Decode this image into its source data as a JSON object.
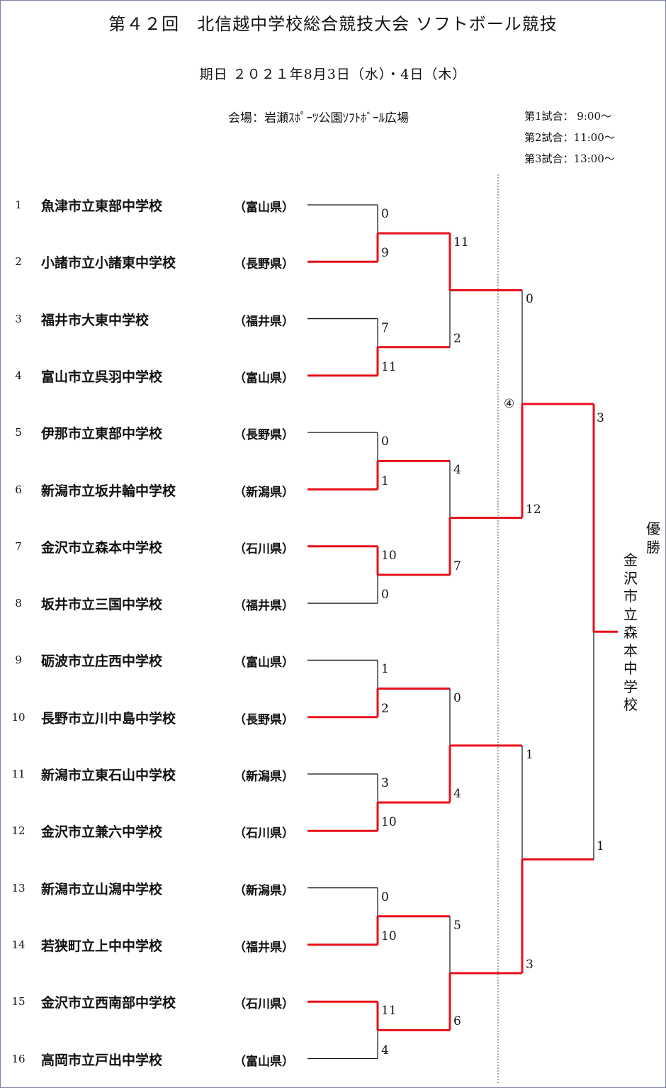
{
  "header": {
    "title": "第４２回　北信越中学校総合競技大会 ソフトボール競技",
    "date": "期日 ２０２１年8月3日（水）・4日（木）",
    "venue": "会場：岩瀬ｽﾎﾟｰﾂ公園ｿﾌﾄﾎﾞｰﾙ広場",
    "schedule": [
      "第1試合： 9:00～",
      "第2試合：11:00～",
      "第3試合：13:00～"
    ]
  },
  "teams": [
    {
      "no": "1",
      "school": "魚津市立東部中学校",
      "pref": "（富山県）"
    },
    {
      "no": "2",
      "school": "小諸市立小諸東中学校",
      "pref": "（長野県）"
    },
    {
      "no": "3",
      "school": "福井市大東中学校",
      "pref": "（福井県）"
    },
    {
      "no": "4",
      "school": "富山市立呉羽中学校",
      "pref": "（富山県）"
    },
    {
      "no": "5",
      "school": "伊那市立東部中学校",
      "pref": "（長野県）"
    },
    {
      "no": "6",
      "school": "新潟市立坂井輪中学校",
      "pref": "（新潟県）"
    },
    {
      "no": "7",
      "school": "金沢市立森本中学校",
      "pref": "（石川県）"
    },
    {
      "no": "8",
      "school": "坂井市立三国中学校",
      "pref": "（福井県）"
    },
    {
      "no": "9",
      "school": "砺波市立庄西中学校",
      "pref": "（富山県）"
    },
    {
      "no": "10",
      "school": "長野市立川中島中学校",
      "pref": "（長野県）"
    },
    {
      "no": "11",
      "school": "新潟市立東石山中学校",
      "pref": "（新潟県）"
    },
    {
      "no": "12",
      "school": "金沢市立兼六中学校",
      "pref": "（石川県）"
    },
    {
      "no": "13",
      "school": "新潟市立山潟中学校",
      "pref": "（新潟県）"
    },
    {
      "no": "14",
      "school": "若狭町立上中中学校",
      "pref": "（福井県）"
    },
    {
      "no": "15",
      "school": "金沢市立西南部中学校",
      "pref": "（石川県）"
    },
    {
      "no": "16",
      "school": "高岡市立戸出中学校",
      "pref": "（富山県）"
    }
  ],
  "rounds": {
    "r1": [
      {
        "top": "0",
        "bottom": "9",
        "winner": "bottom"
      },
      {
        "top": "7",
        "bottom": "11",
        "winner": "bottom"
      },
      {
        "top": "0",
        "bottom": "1",
        "winner": "bottom"
      },
      {
        "top": "10",
        "bottom": "0",
        "winner": "top"
      },
      {
        "top": "1",
        "bottom": "2",
        "winner": "bottom"
      },
      {
        "top": "3",
        "bottom": "10",
        "winner": "bottom"
      },
      {
        "top": "0",
        "bottom": "10",
        "winner": "bottom"
      },
      {
        "top": "11",
        "bottom": "4",
        "winner": "top"
      }
    ],
    "r2": [
      {
        "top": "11",
        "bottom": "2",
        "winner": "top"
      },
      {
        "top": "4",
        "bottom": "7",
        "winner": "bottom"
      },
      {
        "top": "0",
        "bottom": "4",
        "winner": "bottom"
      },
      {
        "top": "5",
        "bottom": "6",
        "winner": "bottom"
      }
    ],
    "r3": [
      {
        "top": "0",
        "bottom": "12",
        "winner": "bottom",
        "note": "④"
      },
      {
        "top": "1",
        "bottom": "3",
        "winner": "bottom"
      }
    ],
    "final": {
      "top": "3",
      "bottom": "1",
      "winner": "top"
    }
  },
  "champion": {
    "label": "優勝",
    "name": "金沢市立森本中学校"
  },
  "colors": {
    "win": "#e8101a",
    "line": "#111111"
  }
}
